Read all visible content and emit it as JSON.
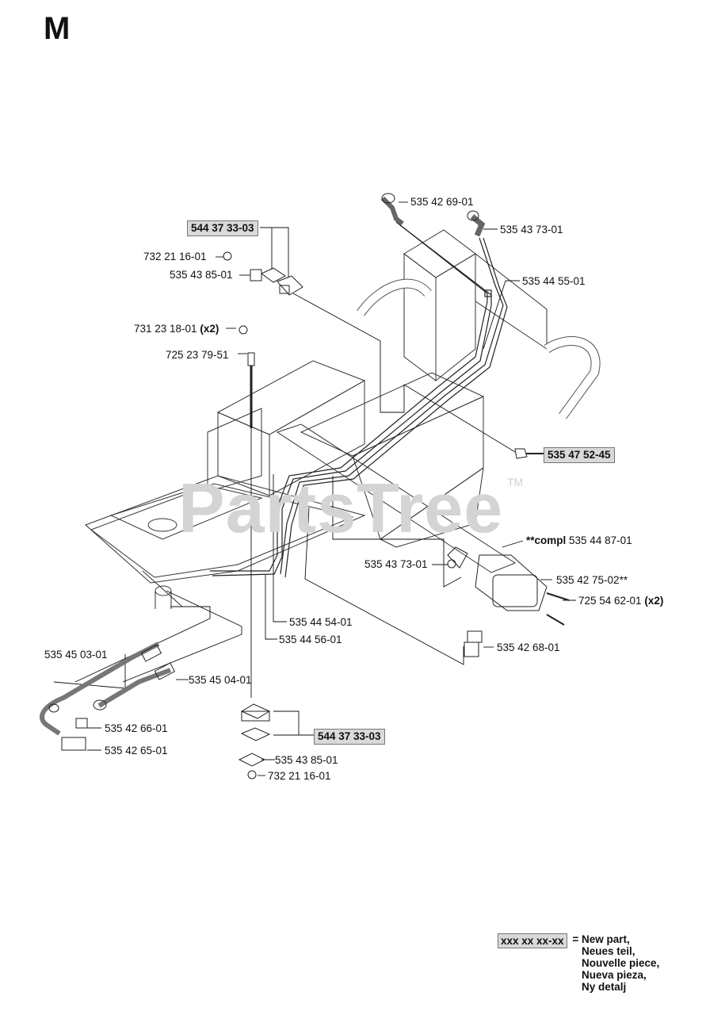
{
  "section_letter": "M",
  "watermark": "PartsTree",
  "watermark_tm": "TM",
  "labels": {
    "p1": "535 42 69-01",
    "p2": "535 43 73-01",
    "p3": "535 44 55-01",
    "p4_box": "544 37 33-03",
    "p5": "732 21 16-01",
    "p6": "535 43 85-01",
    "p7_num": "731 23 18-01",
    "p7_qty": "(x2)",
    "p8": "725 23 79-51",
    "p9_box": "535 47 52-45",
    "p10_prefix": "**compl",
    "p10_num": "535 44 87-01",
    "p11": "535 43 73-01",
    "p12": "535 42 75-02**",
    "p13_num": "725 54 62-01",
    "p13_qty": "(x2)",
    "p14": "535 44 54-01",
    "p15": "535 44 56-01",
    "p16": "535 42 68-01",
    "p17": "535 45 03-01",
    "p18": "535 45 04-01",
    "p19": "535 42 66-01",
    "p20": "535 42 65-01",
    "p21_box": "544 37 33-03",
    "p22": "535 43 85-01",
    "p23": "732 21 16-01"
  },
  "legend": {
    "key": "xxx xx xx-xx",
    "eq": "=",
    "lines": [
      "New part,",
      "Neues teil,",
      "Nouvelle piece,",
      "Nueva pieza,",
      "Ny detalj"
    ]
  },
  "colors": {
    "line": "#222222",
    "label_box": "#d9d9d9",
    "watermark": "#d4d4d4"
  }
}
